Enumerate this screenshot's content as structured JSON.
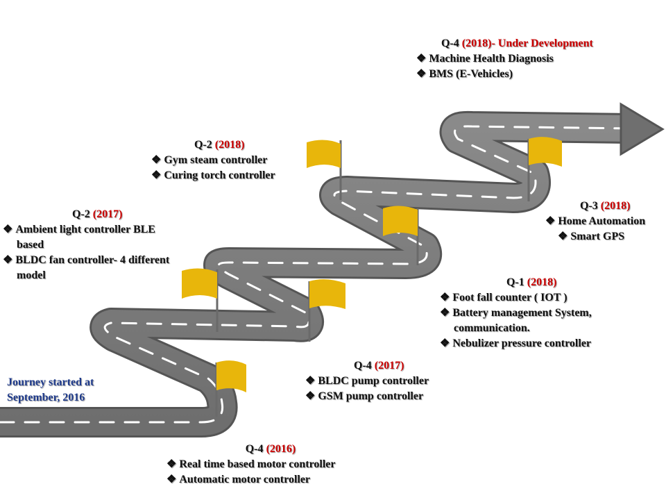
{
  "colors": {
    "road": "#7b7b7b",
    "road_edge": "#5a5a5a",
    "lane": "#ffffff",
    "flag": "#e8b60b",
    "pole": "#6a6a6a",
    "year": "#cc0000",
    "journey": "#1f3b8c"
  },
  "bullet_glyph": "❖",
  "journey_start": {
    "line1": "Journey started at",
    "line2": "September, 2016"
  },
  "milestones": [
    {
      "id": "q4-2016",
      "quarter": "Q-4",
      "year": "(2016)",
      "items": [
        "Real time based motor controller",
        "Automatic motor controller"
      ]
    },
    {
      "id": "q4-2017",
      "quarter": "Q-4",
      "year": "(2017)",
      "items": [
        "BLDC pump controller",
        "GSM pump controller"
      ]
    },
    {
      "id": "q2-2017",
      "quarter": "Q-2",
      "year": "(2017)",
      "items": [
        "Ambient light controller BLE",
        "based",
        "BLDC fan controller- 4 different",
        "model"
      ]
    },
    {
      "id": "q1-2018",
      "quarter": "Q-1",
      "year": "(2018)",
      "items": [
        "Foot fall counter  ( IOT )",
        "Battery management System,",
        "communication.",
        "Nebulizer pressure controller"
      ]
    },
    {
      "id": "q2-2018",
      "quarter": "Q-2",
      "year": "(2018)",
      "items": [
        "Gym steam controller",
        "Curing torch controller"
      ]
    },
    {
      "id": "q3-2018",
      "quarter": "Q-3",
      "year": "(2018)",
      "items": [
        "Home Automation",
        "Smart GPS"
      ]
    },
    {
      "id": "q4-2018",
      "quarter": "Q-4",
      "year": "(2018)- Under Development",
      "items": [
        "Machine Health Diagnosis",
        "BMS (E-Vehicles)"
      ]
    }
  ]
}
